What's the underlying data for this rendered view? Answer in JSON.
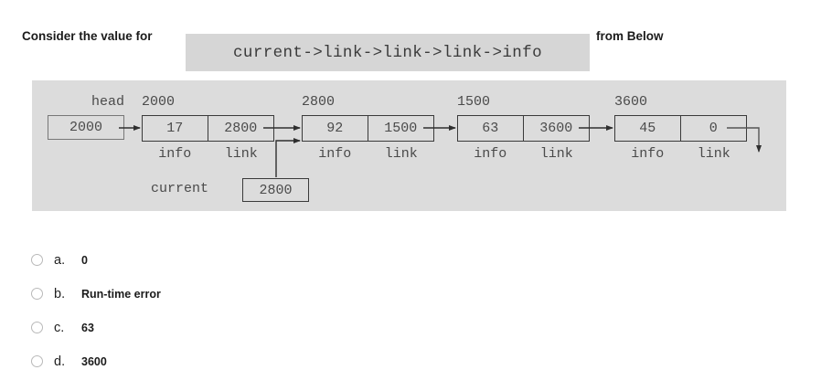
{
  "question": {
    "prefix": "Consider the value for",
    "code_expression": "current->link->link->link->info",
    "suffix": "from Below"
  },
  "diagram": {
    "panel_bg": "#dcdcdc",
    "head": {
      "label": "head",
      "value": "2000"
    },
    "current": {
      "label": "current",
      "value": "2800"
    },
    "field_labels": {
      "info": "info",
      "link": "link"
    },
    "nodes": [
      {
        "address": "2000",
        "info": "17",
        "link": "2800"
      },
      {
        "address": "2800",
        "info": "92",
        "link": "1500"
      },
      {
        "address": "1500",
        "info": "63",
        "link": "3600"
      },
      {
        "address": "3600",
        "info": "45",
        "link": "0"
      }
    ]
  },
  "options": [
    {
      "letter": "a.",
      "text": "0"
    },
    {
      "letter": "b.",
      "text": "Run-time error"
    },
    {
      "letter": "c.",
      "text": "63"
    },
    {
      "letter": "d.",
      "text": "3600"
    }
  ]
}
